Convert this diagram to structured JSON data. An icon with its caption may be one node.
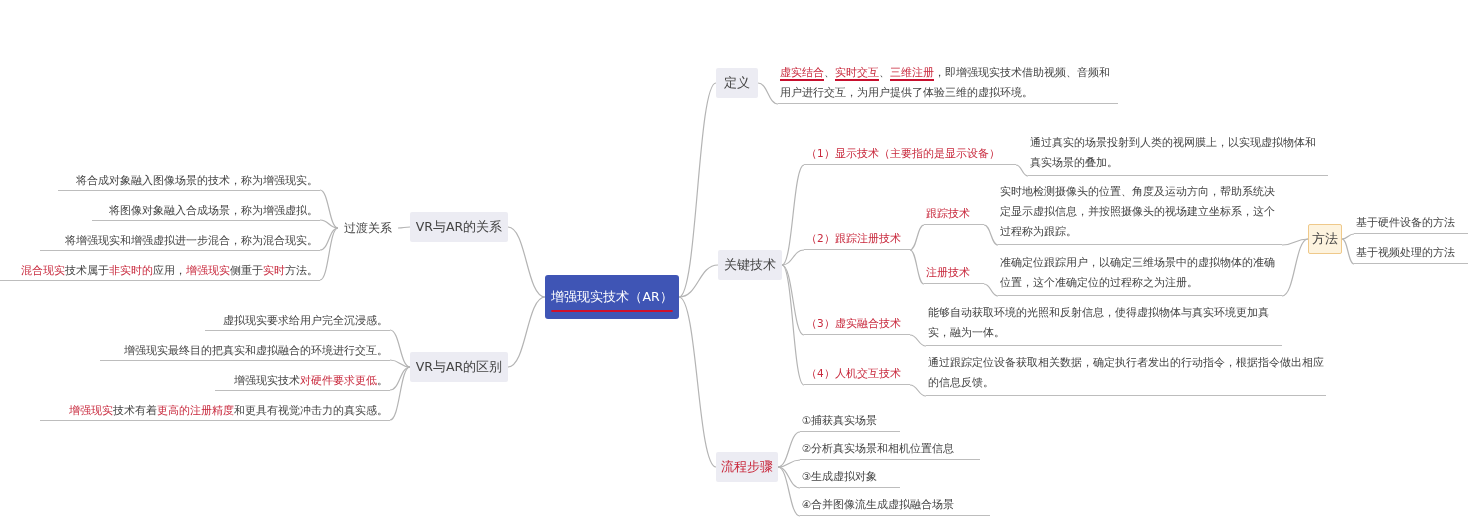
{
  "diagram": {
    "nodes": [
      {
        "text": [
          "增强现实技术（AR）"
        ]
      },
      {
        "text": [
          "VR与AR的关系"
        ]
      },
      {
        "text": [
          "过渡关系"
        ]
      },
      {
        "text": [
          "将合成对象融入图像场景的技术，称为增强现实。"
        ]
      },
      {
        "text": [
          "将图像对象融入合成场景，称为增强虚拟。"
        ]
      },
      {
        "text": [
          "将增强现实和增强虚拟进一步混合，称为混合现实。"
        ]
      },
      {
        "text": [
          "**混合现实**技术属于**非实时的**应用，**增强现实**侧重于**实时**方法。"
        ]
      },
      {
        "text": [
          "VR与AR的区别"
        ]
      },
      {
        "text": [
          "虚拟现实要求给用户完全沉浸感。"
        ]
      },
      {
        "text": [
          "增强现实最终目的把真实和虚拟融合的环境进行交互。"
        ]
      },
      {
        "text": [
          "增强现实技术**对硬件要求更低**。"
        ]
      },
      {
        "text": [
          "**增强现实**技术有着**更高的注册精度**和更具有视觉冲击力的真实感。"
        ]
      },
      {
        "text": [
          "定义"
        ]
      },
      {
        "text": [
          "**虚实结合**、**实时交互**、**三维注册**，即增强现实技术借助视频、音频和用户进行交互，为用户提供了体验三维的虚拟环境。"
        ]
      },
      {
        "text": [
          "关键技术"
        ]
      },
      {
        "text": [
          "（1）显示技术（主要指的是显示设备）"
        ]
      },
      {
        "text": [
          "通过真实的场景投射到人类的视网膜上，以实现虚拟物体和真实场景的叠加。"
        ]
      },
      {
        "text": [
          "（2）跟踪注册技术"
        ]
      },
      {
        "text": [
          "跟踪技术"
        ]
      },
      {
        "text": [
          "实时地检测摄像头的位置、角度及运动方向，帮助系统决定显示虚拟信息，并按照摄像头的视场建立坐标系，这个过程称为跟踪。"
        ]
      },
      {
        "text": [
          "注册技术"
        ]
      },
      {
        "text": [
          "准确定位跟踪用户，以确定三维场景中的虚拟物体的准确位置，这个准确定位的过程称之为注册。"
        ]
      },
      {
        "text": [
          "方法"
        ]
      },
      {
        "text": [
          "基于硬件设备的方法"
        ]
      },
      {
        "text": [
          "基于视频处理的方法"
        ]
      },
      {
        "text": [
          "（3）虚实融合技术"
        ]
      },
      {
        "text": [
          "能够自动获取环境的光照和反射信息，使得虚拟物体与真实环境更加真实，融为一体。"
        ]
      },
      {
        "text": [
          "（4）人机交互技术"
        ]
      },
      {
        "text": [
          "通过跟踪定位设备获取相关数据，确定执行者发出的行动指令，根据指令做出相应的信息反馈。"
        ]
      },
      {
        "text": [
          "流程步骤"
        ]
      },
      {
        "text": [
          "①捕获真实场景"
        ]
      },
      {
        "text": [
          "②分析真实场景和相机位置信息"
        ]
      },
      {
        "text": [
          "③生成虚拟对象"
        ]
      },
      {
        "text": [
          "④合并图像流生成虚拟融合场景"
        ]
      }
    ],
    "edges": [
      {
        "from": 0,
        "to": 1,
        "arrow": "none"
      },
      {
        "from": 1,
        "to": 2,
        "arrow": "none"
      },
      {
        "from": 2,
        "to": 3,
        "arrow": "none"
      },
      {
        "from": 2,
        "to": 4,
        "arrow": "none"
      },
      {
        "from": 2,
        "to": 5,
        "arrow": "none"
      },
      {
        "from": 2,
        "to": 6,
        "arrow": "none"
      },
      {
        "from": 0,
        "to": 7,
        "arrow": "none"
      },
      {
        "from": 7,
        "to": 8,
        "arrow": "none"
      },
      {
        "from": 7,
        "to": 9,
        "arrow": "none"
      },
      {
        "from": 7,
        "to": 10,
        "arrow": "none"
      },
      {
        "from": 7,
        "to": 11,
        "arrow": "none"
      },
      {
        "from": 0,
        "to": 12,
        "arrow": "none"
      },
      {
        "from": 12,
        "to": 13,
        "arrow": "none"
      },
      {
        "from": 0,
        "to": 14,
        "arrow": "none"
      },
      {
        "from": 14,
        "to": 15,
        "arrow": "none"
      },
      {
        "from": 15,
        "to": 16,
        "arrow": "none"
      },
      {
        "from": 14,
        "to": 17,
        "arrow": "none"
      },
      {
        "from": 17,
        "to": 18,
        "arrow": "none"
      },
      {
        "from": 18,
        "to": 19,
        "arrow": "none"
      },
      {
        "from": 17,
        "to": 20,
        "arrow": "none"
      },
      {
        "from": 20,
        "to": 21,
        "arrow": "none"
      },
      {
        "from": 19,
        "to": 22,
        "arrow": "none"
      },
      {
        "from": 21,
        "to": 22,
        "arrow": "none"
      },
      {
        "from": 22,
        "to": 23,
        "arrow": "none"
      },
      {
        "from": 22,
        "to": 24,
        "arrow": "none"
      },
      {
        "from": 14,
        "to": 25,
        "arrow": "none"
      },
      {
        "from": 25,
        "to": 26,
        "arrow": "none"
      },
      {
        "from": 14,
        "to": 27,
        "arrow": "none"
      },
      {
        "from": 27,
        "to": 28,
        "arrow": "none"
      },
      {
        "from": 0,
        "to": 29,
        "arrow": "none"
      },
      {
        "from": 29,
        "to": 30,
        "arrow": "none"
      },
      {
        "from": 29,
        "to": 31,
        "arrow": "none"
      },
      {
        "from": 29,
        "to": 32,
        "arrow": "none"
      },
      {
        "from": 29,
        "to": 33,
        "arrow": "none"
      }
    ]
  }
}
